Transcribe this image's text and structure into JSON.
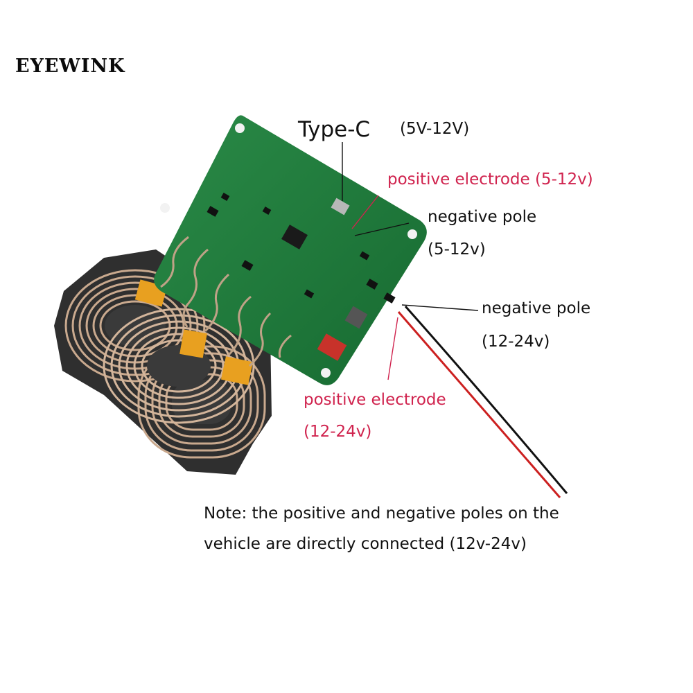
{
  "brand": {
    "name": "EYEWINK"
  },
  "labels": {
    "type_c": "Type-C",
    "type_c_voltage": "(5V-12V)",
    "pos_5_12": "positive electrode (5-12v)",
    "neg_5_12_line1": "negative pole",
    "neg_5_12_line2": "(5-12v)",
    "neg_12_24_line1": "negative pole",
    "neg_12_24_line2": "(12-24v)",
    "pos_12_24_line1": "positive electrode",
    "pos_12_24_line2": "(12-24v)"
  },
  "note": {
    "line1": "Note: the positive and negative poles on the",
    "line2": "vehicle are directly connected (12v-24v)"
  },
  "colors": {
    "pcb_green": "#1f7a3c",
    "label_red": "#d0234e",
    "coil_copper": "#c9a98e",
    "ferrite_dark": "#2e2e2e",
    "tape_orange": "#e8a020",
    "wire_red": "#cc2020",
    "wire_black": "#111111"
  }
}
